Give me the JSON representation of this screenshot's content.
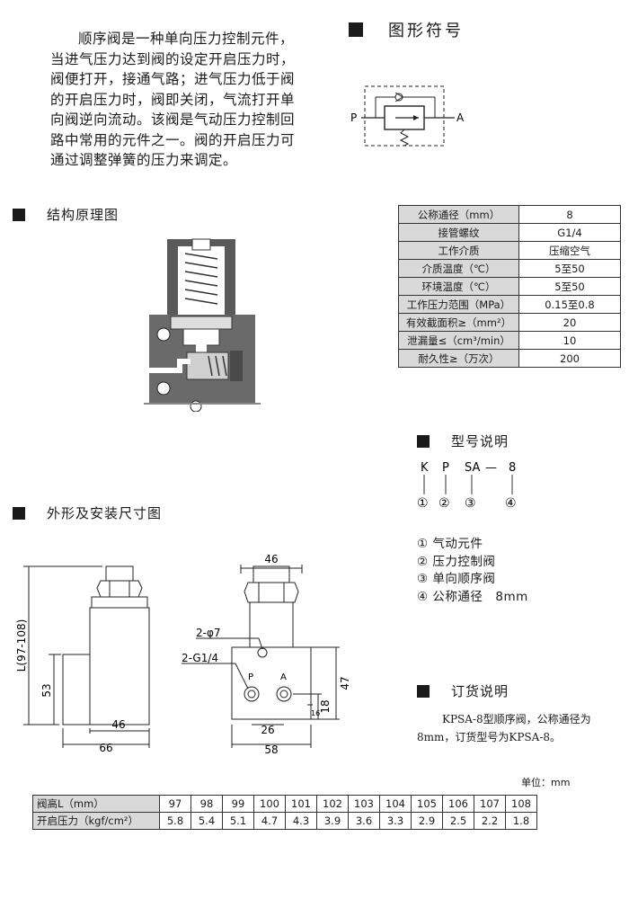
{
  "intro": {
    "text": "顺序阀是一种单向压力控制元件，当进气压力达到阀的设定开启压力时，阀便打开，接通气路；进气压力低于阀的开启压力时，阀即关闭，气流打开单向阀逆向流动。该阀是气动压力控制回路中常用的元件之一。阀的开启压力可通过调整弹簧的压力来调定。"
  },
  "sections": {
    "symbol": "图形符号",
    "structure": "结构原理图",
    "dimensions": "外形及安装尺寸图",
    "model": "型号说明",
    "order": "订货说明"
  },
  "symbol": {
    "port_p": "P",
    "port_a": "A"
  },
  "specs": [
    {
      "label": "公称通径（mm）",
      "value": "8"
    },
    {
      "label": "接管螺纹",
      "value": "G1/4"
    },
    {
      "label": "工作介质",
      "value": "压缩空气"
    },
    {
      "label": "介质温度（℃）",
      "value": "5至50"
    },
    {
      "label": "环境温度（℃）",
      "value": "5至50"
    },
    {
      "label": "工作压力范围（MPa）",
      "value": "0.15至0.8"
    },
    {
      "label": "有效截面积≥（mm²）",
      "value": "20"
    },
    {
      "label": "泄漏量≤（cm³/min）",
      "value": "10"
    },
    {
      "label": "耐久性≥（万次）",
      "value": "200"
    }
  ],
  "model": {
    "parts": [
      "K",
      "P",
      "SA",
      "—",
      "8"
    ],
    "markers": [
      "①",
      "②",
      "③",
      "④"
    ],
    "legend": [
      "① 气动元件",
      "② 压力控制阀",
      "③ 单向顺序阀",
      "④ 公称通径　8mm"
    ]
  },
  "order": {
    "text": "KPSA-8型顺序阀，公称通径为8mm，订货型号为KPSA-8。"
  },
  "dims": {
    "side_height": "L(97-108)",
    "side_53": "53",
    "side_46": "46",
    "side_66": "66",
    "front_46": "46",
    "front_hole": "2-φ7",
    "front_thread": "2-G1/4",
    "front_p": "P",
    "front_a": "A",
    "front_47": "47",
    "front_18": "18",
    "front_16": "16",
    "front_26": "26",
    "front_58": "58"
  },
  "pressure_table": {
    "unit": "单位：mm",
    "row1_label": "阀高L（mm）",
    "row1": [
      "97",
      "98",
      "99",
      "100",
      "101",
      "102",
      "103",
      "104",
      "105",
      "106",
      "107",
      "108"
    ],
    "row2_label": "开启压力（kgf/cm²）",
    "row2": [
      "5.8",
      "5.4",
      "5.1",
      "4.7",
      "4.3",
      "3.9",
      "3.6",
      "3.3",
      "2.9",
      "2.5",
      "2.2",
      "1.8"
    ]
  }
}
